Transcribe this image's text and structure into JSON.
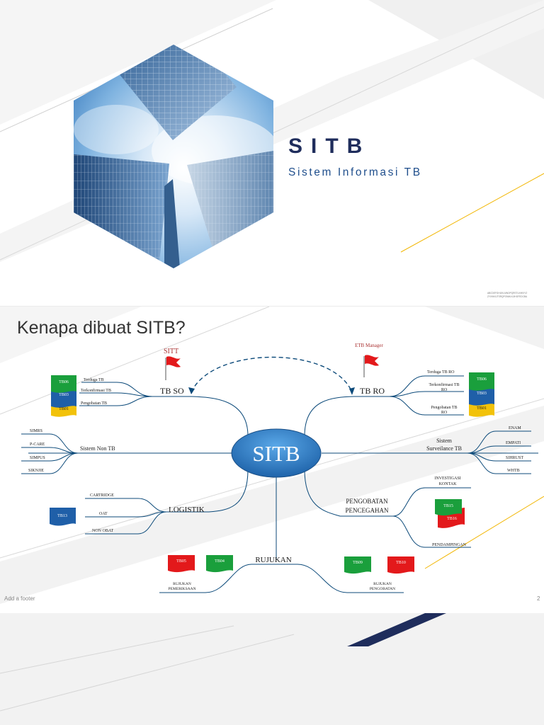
{
  "slide1": {
    "title": "SITB",
    "subtitle": "Sistem Informasi TB",
    "fine_print_line1": "ABCDEFGHIJKLMNOPQRSTUVWXYZ",
    "fine_print_line2": "ZYXWVUTSRQPONMLKJIHGFEDCBA",
    "accent": "#f2b705",
    "title_color": "#1f2d5c"
  },
  "slide2": {
    "heading": "Kenapa dibuat SITB?",
    "footer": "Add a footer",
    "page_number": "2",
    "center": "SITB",
    "flags": {
      "sitt": "SITT",
      "etb": "ETB Manager"
    },
    "branches": {
      "tbso": "TB SO",
      "tbro": "TB RO",
      "logistik": "LOGISTIK",
      "rujukan": "RUJUKAN",
      "pencegahan_1": "PENGOBATAN",
      "pencegahan_2": "PENCEGAHAN",
      "surveilans_1": "Sistem",
      "surveilans_2": "Surveilance TB",
      "non_tb": "Sistem Non TB"
    },
    "leaves": {
      "tbso": [
        "Terduga TB",
        "Terkonfirmasi TB",
        "Pengobatan TB"
      ],
      "tbro_1": "Terduga TB RO",
      "tbro_2a": "Terkonfirmasi TB",
      "tbro_2b": "RO",
      "tbro_3a": "Pengobatan TB",
      "tbro_3b": "RO",
      "non_tb": [
        "SIMRS",
        "P-CARE",
        "SIMPUS",
        "SIKNJIE"
      ],
      "surveilans": [
        "ENAM",
        "EMPATI",
        "SIHRUST",
        "WHTB"
      ],
      "logistik": [
        "CARTRIDGE",
        "OAT",
        "NON OBAT"
      ],
      "pencegahan_top_1": "INVESTIGASI",
      "pencegahan_top_2": "KONTAK",
      "pencegahan_bottom": "PENDAMPINGAN",
      "rujukan_left_1": "RUJUKAN",
      "rujukan_left_2": "PEMERIKSAAN",
      "rujukan_right_1": "RUJUKAN",
      "rujukan_right_2": "PENGOBATAN"
    },
    "forms": {
      "tbso": [
        "TB06",
        "TB03",
        "TB01"
      ],
      "tbro": [
        "TB06",
        "TB03",
        "TB01"
      ],
      "logistik": "TB13",
      "pencegahan": [
        "TB15",
        "TB16"
      ],
      "rujukan_left": [
        "TB05",
        "TB04"
      ],
      "rujukan_right": [
        "TB09",
        "TB10"
      ]
    },
    "colors": {
      "line": "#0c4a7a",
      "green": "#1a9f3c",
      "blue": "#1f5fa8",
      "yellow": "#f2c20a",
      "red": "#e3191b",
      "center": "#2c7fc9"
    }
  }
}
